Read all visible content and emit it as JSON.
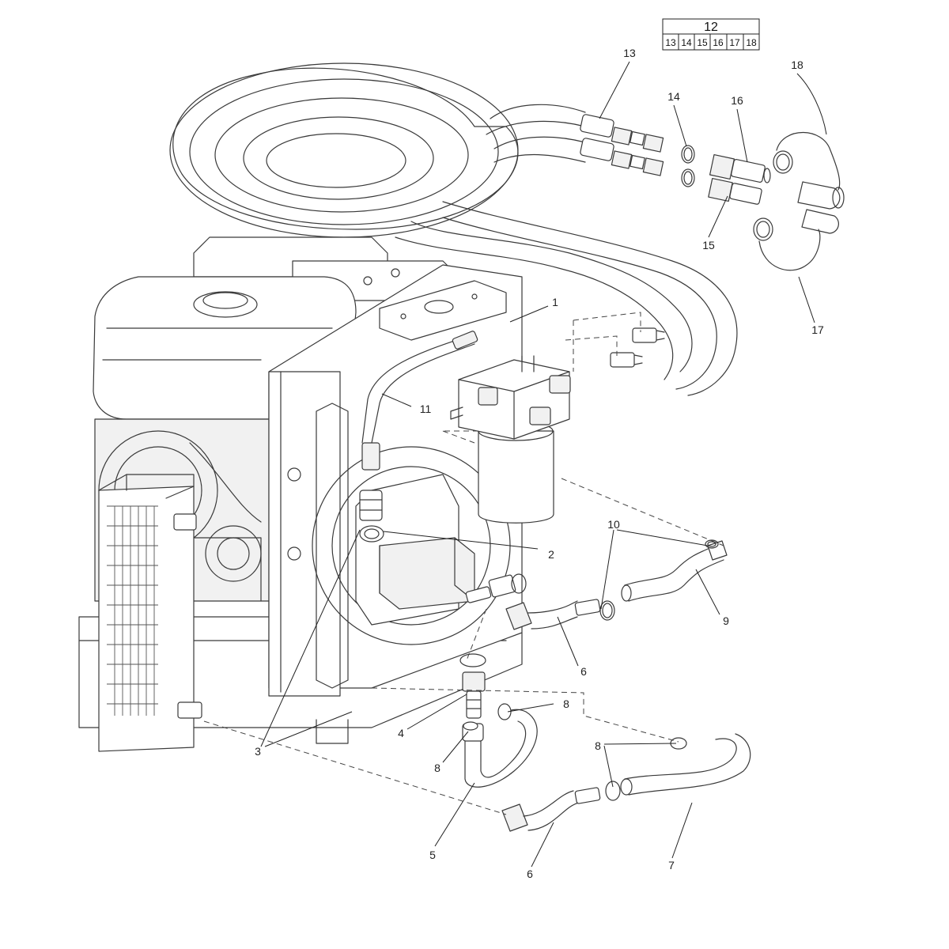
{
  "kit_table": {
    "header": "12",
    "cells": [
      "13",
      "14",
      "15",
      "16",
      "17",
      "18"
    ]
  },
  "callouts": [
    {
      "id": "c1",
      "text": "1"
    },
    {
      "id": "c2",
      "text": "2"
    },
    {
      "id": "c3",
      "text": "3"
    },
    {
      "id": "c4",
      "text": "4"
    },
    {
      "id": "c5",
      "text": "5"
    },
    {
      "id": "c6a",
      "text": "6"
    },
    {
      "id": "c6b",
      "text": "6"
    },
    {
      "id": "c7",
      "text": "7"
    },
    {
      "id": "c8a",
      "text": "8"
    },
    {
      "id": "c8b",
      "text": "8"
    },
    {
      "id": "c8c",
      "text": "8"
    },
    {
      "id": "c9",
      "text": "9"
    },
    {
      "id": "c10",
      "text": "10"
    },
    {
      "id": "c11",
      "text": "11"
    },
    {
      "id": "c13",
      "text": "13"
    },
    {
      "id": "c14",
      "text": "14"
    },
    {
      "id": "c15",
      "text": "15"
    },
    {
      "id": "c16",
      "text": "16"
    },
    {
      "id": "c17",
      "text": "17"
    },
    {
      "id": "c18",
      "text": "18"
    }
  ]
}
